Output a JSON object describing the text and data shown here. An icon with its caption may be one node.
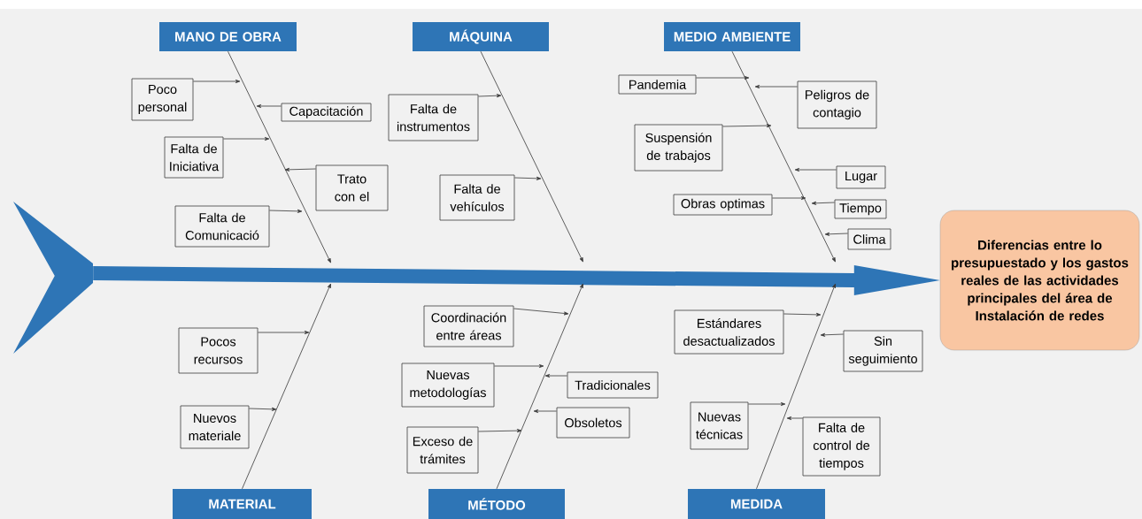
{
  "diagram": {
    "nodes": [
      {
        "text": [
          "MANO DE OBRA"
        ]
      },
      {
        "text": [
          "MÁQUINA"
        ]
      },
      {
        "text": [
          "MEDIO AMBIENTE"
        ]
      },
      {
        "text": [
          "MATERIAL"
        ]
      },
      {
        "text": [
          "MÉTODO"
        ]
      },
      {
        "text": [
          "MEDIDA"
        ]
      },
      {
        "text": [
          "Diferencias entre lo presupuestado y los gastos reales de las actividades principales del área de Instalación de redes"
        ]
      },
      {
        "text": [
          "Poco personal"
        ]
      },
      {
        "text": [
          "Capacitación"
        ]
      },
      {
        "text": [
          "Falta de Iniciativa"
        ]
      },
      {
        "text": [
          "Trato con el"
        ]
      },
      {
        "text": [
          "Falta de Comunicació"
        ]
      },
      {
        "text": [
          "Falta de instrumentos"
        ]
      },
      {
        "text": [
          "Falta de vehículos"
        ]
      },
      {
        "text": [
          "Pandemia"
        ]
      },
      {
        "text": [
          "Peligros de contagio"
        ]
      },
      {
        "text": [
          "Suspensión de trabajos"
        ]
      },
      {
        "text": [
          "Lugar"
        ]
      },
      {
        "text": [
          "Obras optimas"
        ]
      },
      {
        "text": [
          "Tiempo"
        ]
      },
      {
        "text": [
          "Clima"
        ]
      },
      {
        "text": [
          "Pocos recursos"
        ]
      },
      {
        "text": [
          "Nuevos materiale"
        ]
      },
      {
        "text": [
          "Coordinación entre áreas"
        ]
      },
      {
        "text": [
          "Nuevas metodologías"
        ]
      },
      {
        "text": [
          "Tradicionales"
        ]
      },
      {
        "text": [
          "Obsoletos"
        ]
      },
      {
        "text": [
          "Exceso de trámites"
        ]
      },
      {
        "text": [
          "Estándares desactualizados"
        ]
      },
      {
        "text": [
          "Sin seguimiento"
        ]
      },
      {
        "text": [
          "Nuevas técnicas"
        ]
      },
      {
        "text": [
          "Falta de control de tiempos"
        ]
      },
      {
        "text": [],
        "shape": "chevron"
      }
    ],
    "edges": [
      {
        "from": 0,
        "to": null,
        "arrow": "to"
      },
      {
        "from": 1,
        "to": null,
        "arrow": "to"
      },
      {
        "from": 2,
        "to": null,
        "arrow": "to"
      },
      {
        "from": 3,
        "to": null,
        "arrow": "to"
      },
      {
        "from": 4,
        "to": null,
        "arrow": "to"
      },
      {
        "from": 5,
        "to": null,
        "arrow": "to"
      },
      {
        "from": 7,
        "to": null,
        "arrow": "to"
      },
      {
        "from": 8,
        "to": null,
        "arrow": "to"
      },
      {
        "from": 9,
        "to": null,
        "arrow": "to"
      },
      {
        "from": 10,
        "to": null,
        "arrow": "to"
      },
      {
        "from": 11,
        "to": null,
        "arrow": "to"
      },
      {
        "from": 12,
        "to": null,
        "arrow": "to"
      },
      {
        "from": 13,
        "to": null,
        "arrow": "to"
      },
      {
        "from": 14,
        "to": null,
        "arrow": "to"
      },
      {
        "from": 15,
        "to": null,
        "arrow": "to"
      },
      {
        "from": 16,
        "to": null,
        "arrow": "to"
      },
      {
        "from": 17,
        "to": null,
        "arrow": "to"
      },
      {
        "from": 18,
        "to": null,
        "arrow": "to"
      },
      {
        "from": 19,
        "to": null,
        "arrow": "to"
      },
      {
        "from": 20,
        "to": null,
        "arrow": "to"
      },
      {
        "from": 21,
        "to": null,
        "arrow": "to"
      },
      {
        "from": 22,
        "to": null,
        "arrow": "to"
      },
      {
        "from": 23,
        "to": null,
        "arrow": "to"
      },
      {
        "from": 24,
        "to": null,
        "arrow": "to"
      },
      {
        "from": 25,
        "to": null,
        "arrow": "to"
      },
      {
        "from": 26,
        "to": null,
        "arrow": "to"
      },
      {
        "from": 27,
        "to": null,
        "arrow": "to"
      },
      {
        "from": 28,
        "to": null,
        "arrow": "to"
      },
      {
        "from": 29,
        "to": null,
        "arrow": "to"
      },
      {
        "from": 30,
        "to": null,
        "arrow": "to"
      },
      {
        "from": 31,
        "to": null,
        "arrow": "to"
      },
      {
        "from": 32,
        "to": 6,
        "arrow": "to",
        "style": "thick",
        "color": "#2e75b6"
      }
    ]
  }
}
